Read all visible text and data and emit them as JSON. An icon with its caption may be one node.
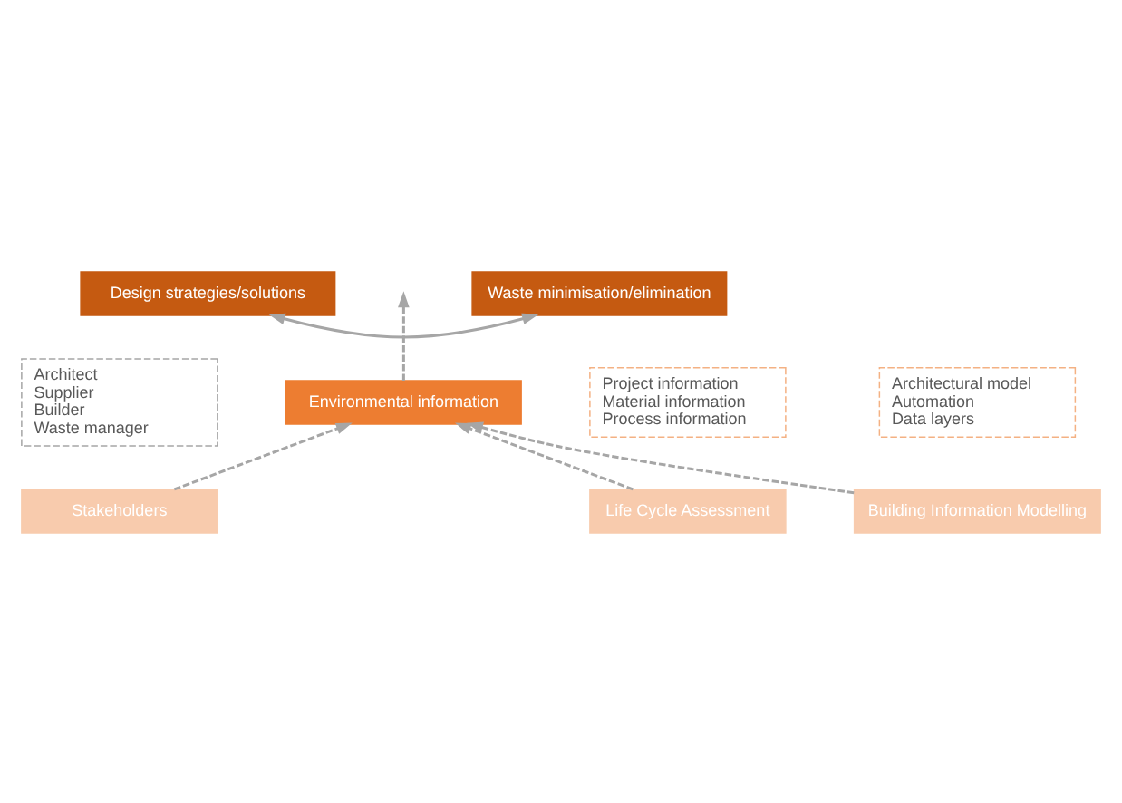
{
  "diagram": {
    "nodes": [
      {
        "text": [
          "Design strategies/solutions"
        ]
      },
      {
        "text": [
          "Waste minimisation/elimination"
        ]
      },
      {
        "text": [
          "Environmental information"
        ]
      },
      {
        "text": [
          "Stakeholders"
        ]
      },
      {
        "text": [
          "Life Cycle Assessment"
        ]
      },
      {
        "text": [
          "Building Information Modelling"
        ]
      },
      {
        "text": [
          "Architect",
          "Supplier",
          "Builder",
          "Waste manager"
        ]
      },
      {
        "text": [
          "Project information",
          "Material information",
          "Process information"
        ]
      },
      {
        "text": [
          "Architectural model",
          "Automation",
          "Data layers"
        ]
      }
    ],
    "edges": [
      {
        "from": 0,
        "to": 1,
        "arrow": "both"
      },
      {
        "from": 2,
        "to": null,
        "arrow": "to",
        "style": "dashed"
      },
      {
        "from": 3,
        "to": 2,
        "arrow": "to",
        "style": "dashed"
      },
      {
        "from": 4,
        "to": 2,
        "arrow": "to",
        "style": "dashed"
      },
      {
        "from": 5,
        "to": 2,
        "arrow": "to",
        "style": "dashed"
      }
    ]
  }
}
